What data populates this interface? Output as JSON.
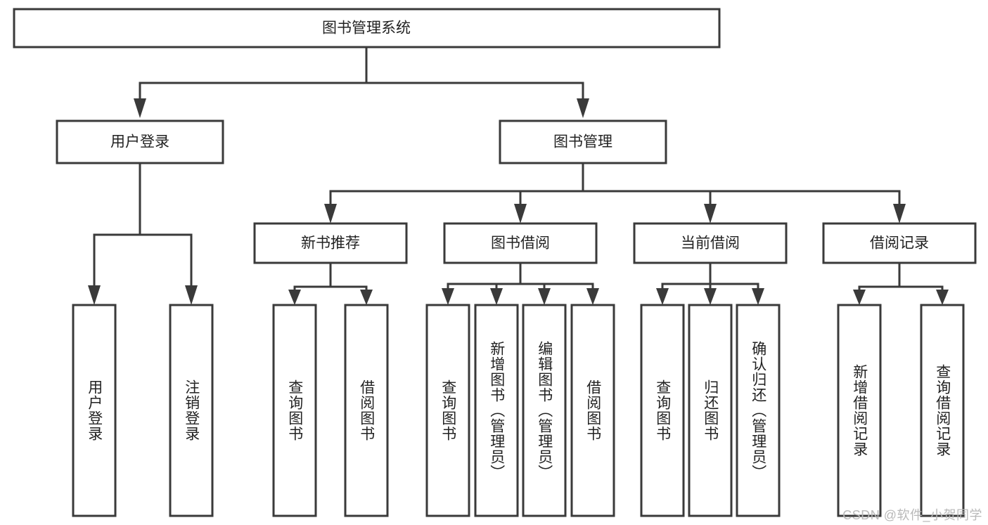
{
  "diagram": {
    "title": "图书管理系统",
    "type": "hierarchy-tree",
    "root": {
      "id": "root",
      "label": "图书管理系统"
    },
    "level2": [
      {
        "id": "user-login",
        "label": "用户登录"
      },
      {
        "id": "book-manage",
        "label": "图书管理"
      }
    ],
    "level3": [
      {
        "id": "new-book-rec",
        "label": "新书推荐",
        "parent": "book-manage"
      },
      {
        "id": "book-borrow",
        "label": "图书借阅",
        "parent": "book-manage"
      },
      {
        "id": "current-borrow",
        "label": "当前借阅",
        "parent": "book-manage"
      },
      {
        "id": "borrow-record",
        "label": "借阅记录",
        "parent": "book-manage"
      }
    ],
    "leaves": [
      {
        "id": "leaf-user-login",
        "label": "用户登录",
        "parent": "user-login"
      },
      {
        "id": "leaf-user-logout",
        "label": "注销登录",
        "parent": "user-login"
      },
      {
        "id": "leaf-query-book-1",
        "label": "查询图书",
        "parent": "new-book-rec"
      },
      {
        "id": "leaf-borrow-book-1",
        "label": "借阅图书",
        "parent": "new-book-rec"
      },
      {
        "id": "leaf-query-book-2",
        "label": "查询图书",
        "parent": "book-borrow"
      },
      {
        "id": "leaf-add-book",
        "label": "新增图书（管理员）",
        "parent": "book-borrow"
      },
      {
        "id": "leaf-edit-book",
        "label": "编辑图书（管理员）",
        "parent": "book-borrow"
      },
      {
        "id": "leaf-borrow-book-2",
        "label": "借阅图书",
        "parent": "book-borrow"
      },
      {
        "id": "leaf-query-book-3",
        "label": "查询图书",
        "parent": "current-borrow"
      },
      {
        "id": "leaf-return-book",
        "label": "归还图书",
        "parent": "current-borrow"
      },
      {
        "id": "leaf-confirm-return",
        "label": "确认归还（管理员）",
        "parent": "current-borrow"
      },
      {
        "id": "leaf-add-record",
        "label": "新增借阅记录",
        "parent": "borrow-record"
      },
      {
        "id": "leaf-query-record",
        "label": "查询借阅记录",
        "parent": "borrow-record"
      }
    ],
    "colors": {
      "stroke": "#3a3a3a",
      "fill": "#ffffff",
      "text": "#222222",
      "watermark": "#b9b9b9"
    }
  },
  "watermark": {
    "text": "CSDN @软件_小贺同学"
  }
}
